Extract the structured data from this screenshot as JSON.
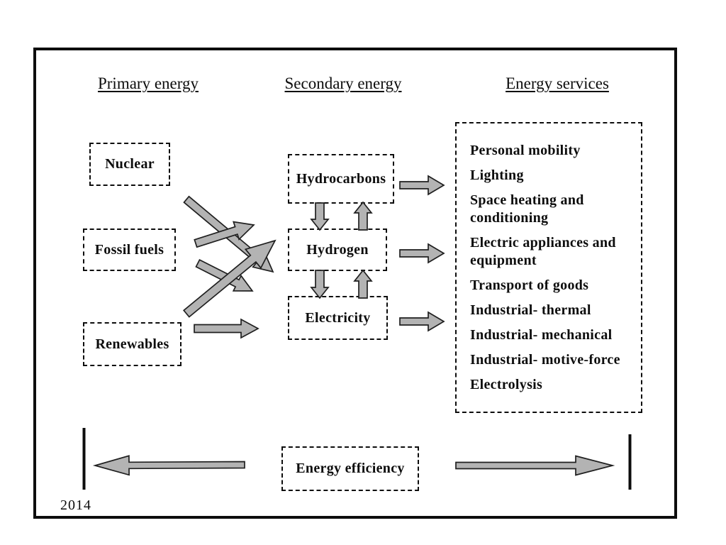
{
  "columns": {
    "primary": {
      "header": "Primary energy",
      "boxes": [
        {
          "id": "nuclear",
          "label": "Nuclear"
        },
        {
          "id": "fossil-fuels",
          "label": "Fossil fuels"
        },
        {
          "id": "renewables",
          "label": "Renewables"
        }
      ]
    },
    "secondary": {
      "header": "Secondary energy",
      "boxes": [
        {
          "id": "hydrocarbons",
          "label": "Hydrocarbons"
        },
        {
          "id": "hydrogen",
          "label": "Hydrogen"
        },
        {
          "id": "electricity",
          "label": "Electricity"
        }
      ]
    },
    "services": {
      "header": "Energy services",
      "items": [
        "Personal mobility",
        "Lighting",
        "Space heating and conditioning",
        "Electric appliances and equipment",
        "Transport of goods",
        "Industrial- thermal",
        "Industrial- mechanical",
        "Industrial- motive-force",
        "Electrolysis"
      ]
    }
  },
  "efficiency": {
    "label": "Energy efficiency"
  },
  "year": "2014",
  "connections": [
    {
      "id": "nuclear-electricity",
      "from": "nuclear",
      "to": "electricity"
    },
    {
      "id": "fossil-hydrocarbons",
      "from": "fossil-fuels",
      "to": "hydrocarbons"
    },
    {
      "id": "fossil-electricity",
      "from": "fossil-fuels",
      "to": "electricity"
    },
    {
      "id": "renewables-hydrogen",
      "from": "renewables",
      "to": "hydrogen"
    },
    {
      "id": "renewables-electricity",
      "from": "renewables",
      "to": "electricity"
    },
    {
      "id": "hydrocarbons-hydrogen",
      "from": "hydrocarbons",
      "to": "hydrogen"
    },
    {
      "id": "hydrogen-hydrocarbons",
      "from": "hydrogen",
      "to": "hydrocarbons"
    },
    {
      "id": "hydrogen-electricity",
      "from": "hydrogen",
      "to": "electricity"
    },
    {
      "id": "electricity-hydrogen",
      "from": "electricity",
      "to": "hydrogen"
    },
    {
      "id": "hydrocarbons-services",
      "from": "hydrocarbons",
      "to": "energy-services"
    },
    {
      "id": "hydrogen-services",
      "from": "hydrogen",
      "to": "energy-services"
    },
    {
      "id": "electricity-services",
      "from": "electricity",
      "to": "energy-services"
    },
    {
      "id": "efficiency-left",
      "from": "energy-efficiency",
      "to": "primary-energy"
    },
    {
      "id": "efficiency-right",
      "from": "energy-efficiency",
      "to": "energy-services"
    }
  ],
  "colors": {
    "arrow_fill": "#b3b3b3",
    "arrow_stroke": "#1f1f1f",
    "ink": "#0d0d0d",
    "background": "#ffffff"
  }
}
